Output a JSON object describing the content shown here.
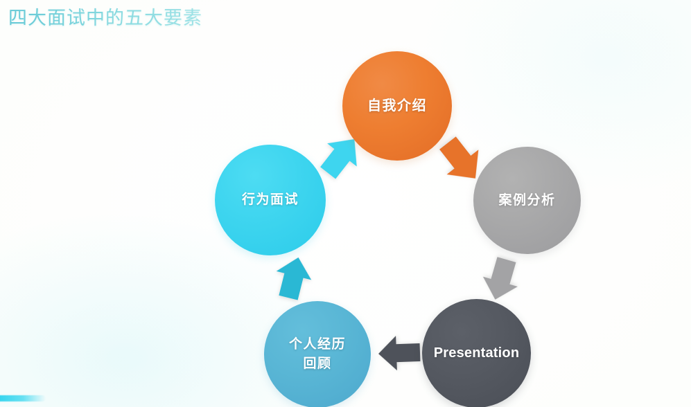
{
  "slide": {
    "title": "四大面试中的五大要素",
    "background_color": "#fdfefc",
    "title_color": "#79d3dc"
  },
  "diagram": {
    "type": "cycle",
    "direction": "clockwise",
    "nodes": [
      {
        "id": "self-introduction",
        "label": "自我介绍",
        "color": "#ee7e31",
        "position": "top"
      },
      {
        "id": "case-analysis",
        "label": "案例分析",
        "color": "#a8a8a9",
        "position": "right"
      },
      {
        "id": "presentation",
        "label": "Presentation",
        "color": "#555961",
        "position": "bottom-right"
      },
      {
        "id": "experience-review",
        "label_line1": "个人经历",
        "label_line2": "回顾",
        "label": "个人经历回顾",
        "color": "#59b6d5",
        "position": "bottom-left"
      },
      {
        "id": "behavioral-interview",
        "label": "行为面试",
        "color": "#3ed5ef",
        "position": "left"
      }
    ],
    "arrows": [
      {
        "id": "behavioral-to-self-intro",
        "from": "behavioral-interview",
        "to": "self-introduction",
        "color": "#3ed5ef",
        "direction": "up-right"
      },
      {
        "id": "self-intro-to-case-analysis",
        "from": "self-introduction",
        "to": "case-analysis",
        "color": "#e7732a",
        "direction": "down-right"
      },
      {
        "id": "case-analysis-to-presentation",
        "from": "case-analysis",
        "to": "presentation",
        "color": "#a3a3a5",
        "direction": "down"
      },
      {
        "id": "presentation-to-experience",
        "from": "presentation",
        "to": "experience-review",
        "color": "#4e525a",
        "direction": "left"
      },
      {
        "id": "experience-to-behavioral",
        "from": "experience-review",
        "to": "behavioral-interview",
        "color": "#2ab8d4",
        "direction": "up"
      }
    ],
    "decoration": {
      "corner_bar_color": "#2fd3ee"
    }
  }
}
